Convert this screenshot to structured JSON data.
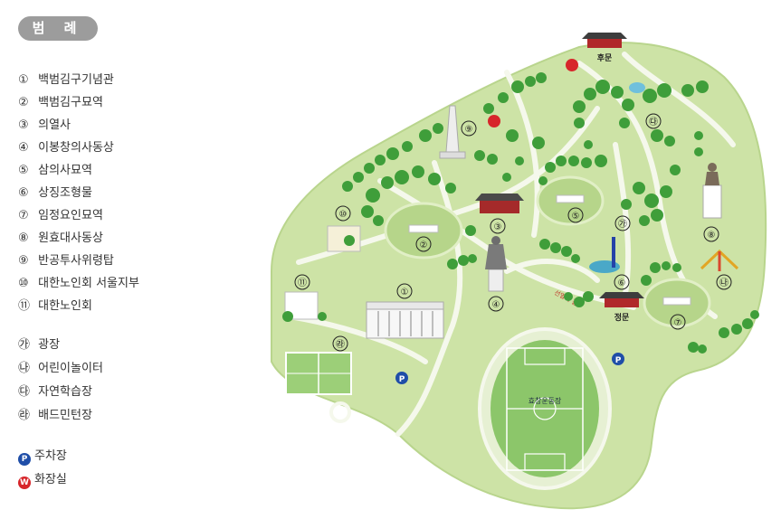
{
  "legend": {
    "title": "범 례",
    "items": [
      {
        "num": "①",
        "label": "백범김구기념관"
      },
      {
        "num": "②",
        "label": "백범김구묘역"
      },
      {
        "num": "③",
        "label": "의열사"
      },
      {
        "num": "④",
        "label": "이봉창의사동상"
      },
      {
        "num": "⑤",
        "label": "삼의사묘역"
      },
      {
        "num": "⑥",
        "label": "상징조형물"
      },
      {
        "num": "⑦",
        "label": "임정요인묘역"
      },
      {
        "num": "⑧",
        "label": "원효대사동상"
      },
      {
        "num": "⑨",
        "label": "반공투사위령탑"
      },
      {
        "num": "⑩",
        "label": "대한노인회 서울지부"
      },
      {
        "num": "⑪",
        "label": "대한노인회"
      }
    ],
    "facilities": [
      {
        "num": "㉮",
        "label": "광장"
      },
      {
        "num": "㉯",
        "label": "어린이놀이터"
      },
      {
        "num": "㉰",
        "label": "자연학습장"
      },
      {
        "num": "㉱",
        "label": "배드민턴장"
      }
    ],
    "amenities": [
      {
        "symbol": "P",
        "label": "주차장",
        "color": "#1f4ea8"
      },
      {
        "symbol": "W",
        "label": "화장실",
        "color": "#d7262b"
      }
    ]
  },
  "map": {
    "gates": {
      "back": "후문",
      "main": "정문"
    },
    "stadium_label": "효창운동장",
    "path_label": "선열의 길",
    "markers": {
      "m1": "①",
      "m2": "②",
      "m3": "③",
      "m4": "④",
      "m5": "⑤",
      "m6": "⑥",
      "m7": "⑦",
      "m8": "⑧",
      "m9": "⑨",
      "m10": "⑩",
      "m11": "⑪",
      "ga": "㉮",
      "na": "㉯",
      "da": "㉰",
      "ra": "㉱",
      "parking": "P"
    }
  },
  "colors": {
    "park": "#cde3a6",
    "park_light": "#e1efc6",
    "path": "#f5f8ec",
    "tree": "#3f9e3a",
    "tree_dark": "#2f7d2c",
    "gate_roof": "#b0282a",
    "parking": "#1f4ea8",
    "restroom": "#d7262b",
    "field": "#8cc66a",
    "track": "#e6f0d3"
  }
}
